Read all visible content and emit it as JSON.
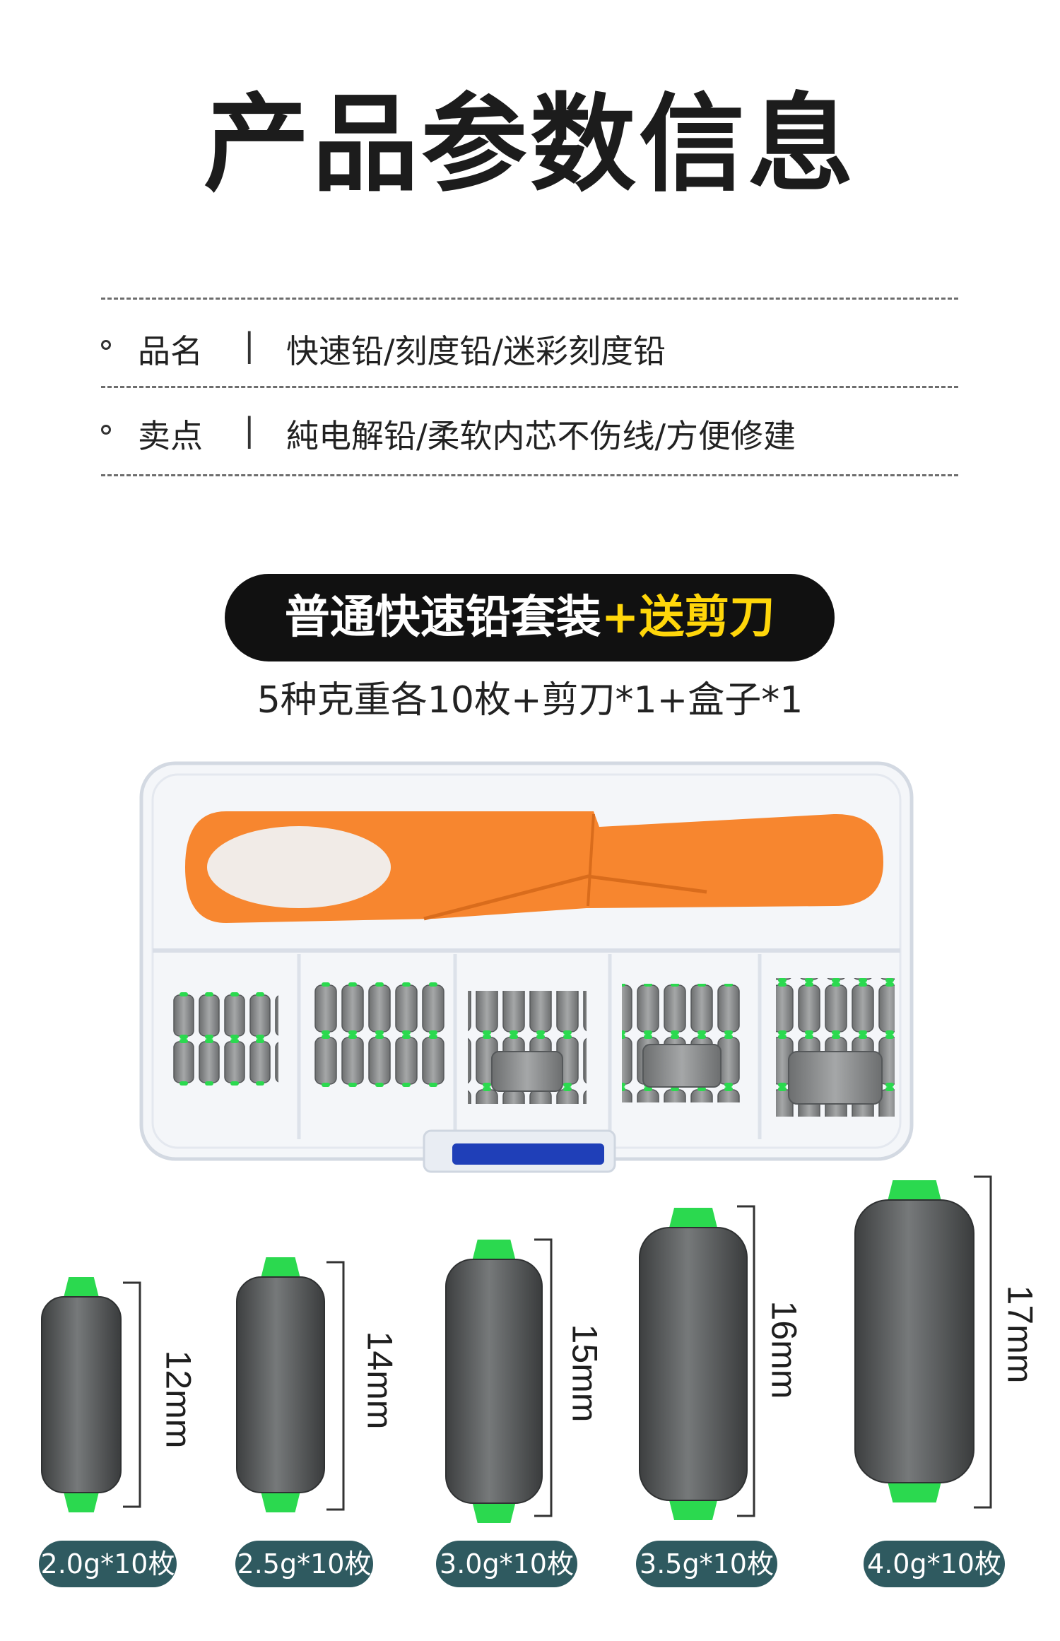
{
  "title": "产品参数信息",
  "specs": [
    {
      "key": "品名",
      "separator": "|",
      "value": "快速铅/刻度铅/迷彩刻度铅"
    },
    {
      "key": "卖点",
      "separator": "|",
      "value": "純电解铅/柔软内芯不伤线/方便修建"
    }
  ],
  "banner": {
    "main": "普通快速铅套装",
    "highlight": "+送剪刀"
  },
  "subtitle": "5种克重各10枚+剪刀*1+盒子*1",
  "sizes": [
    {
      "length": "12mm",
      "label": "2.0g*10枚"
    },
    {
      "length": "14mm",
      "label": "2.5g*10枚"
    },
    {
      "length": "15mm",
      "label": "3.0g*10枚"
    },
    {
      "length": "16mm",
      "label": "3.5g*10枚"
    },
    {
      "length": "17mm",
      "label": "4.0g*10枚"
    }
  ],
  "colors": {
    "accent_yellow": "#ffd60a",
    "label_bg": "#2f5a60",
    "scissors_orange": "#f7862f",
    "tip_green": "#2bd94f",
    "weight_gray": "#5b5d5e"
  }
}
